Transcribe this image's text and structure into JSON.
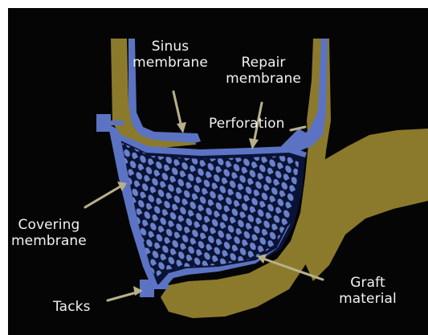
{
  "labels": {
    "sinus_membrane": [
      "Sinus",
      "membrane"
    ],
    "repair_membrane": [
      "Repair",
      "membrane"
    ],
    "perforation": "Perforation",
    "covering_membrane": [
      "Covering",
      "membrane"
    ],
    "tacks": "Tacks",
    "graft_material": [
      "Graft",
      "material"
    ]
  },
  "colors": {
    "background": "#050505",
    "bone": "#8c7a2c",
    "membrane": "#5b73c2",
    "graft_particles": "#6b82c9",
    "graft_fill": "#0a1336",
    "label_text": "#f2f2f2",
    "arrows": "#b9b08a"
  }
}
